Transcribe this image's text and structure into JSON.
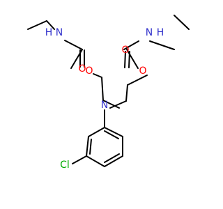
{
  "molecule": {
    "atoms": {
      "n1": {
        "label": "N",
        "sub": "H",
        "color": "#3333cc"
      },
      "o1": {
        "label": "O",
        "color": "#ff0000"
      },
      "o2": {
        "label": "O",
        "color": "#ff0000"
      },
      "n2": {
        "label": "N",
        "color": "#3333cc"
      },
      "o3": {
        "label": "O",
        "color": "#ff0000"
      },
      "o4": {
        "label": "O",
        "color": "#ff0000"
      },
      "n3": {
        "label": "N",
        "sub": "H",
        "color": "#3333cc"
      },
      "cl": {
        "label": "Cl",
        "color": "#00aa00"
      }
    }
  }
}
